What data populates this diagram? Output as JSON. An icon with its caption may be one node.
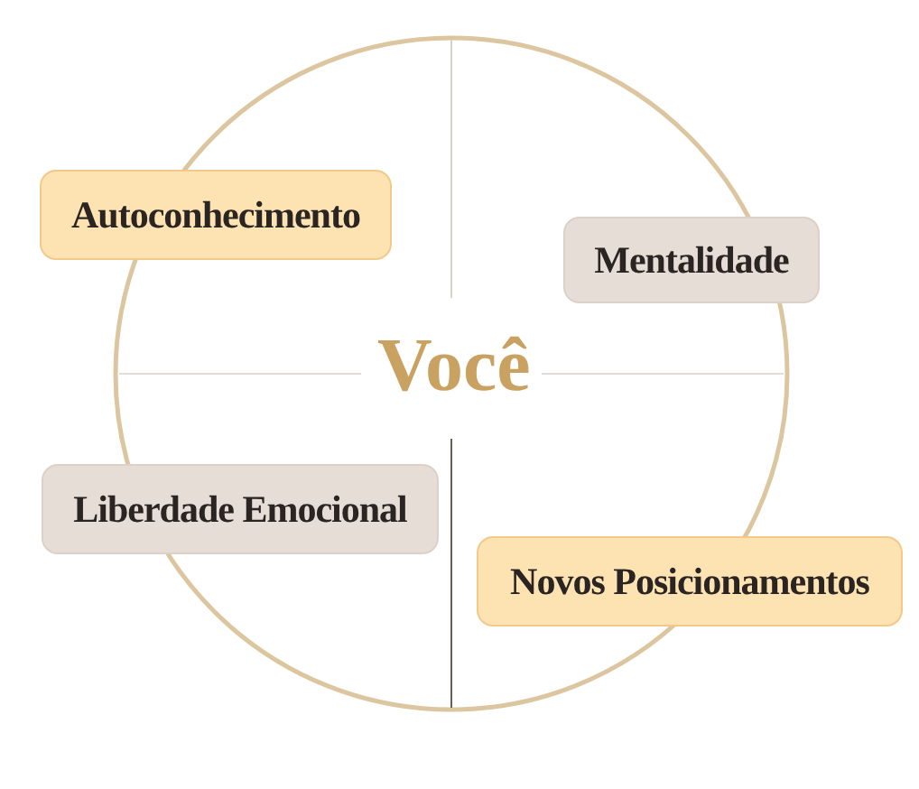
{
  "diagram": {
    "nodes": [
      {
        "text": [
          "Você"
        ]
      },
      {
        "text": [
          "Autoconhecimento"
        ]
      },
      {
        "text": [
          "Mentalidade"
        ]
      },
      {
        "text": [
          "Liberdade Emocional"
        ]
      },
      {
        "text": [
          "Novos Posicionamentos"
        ]
      }
    ],
    "edges": []
  }
}
